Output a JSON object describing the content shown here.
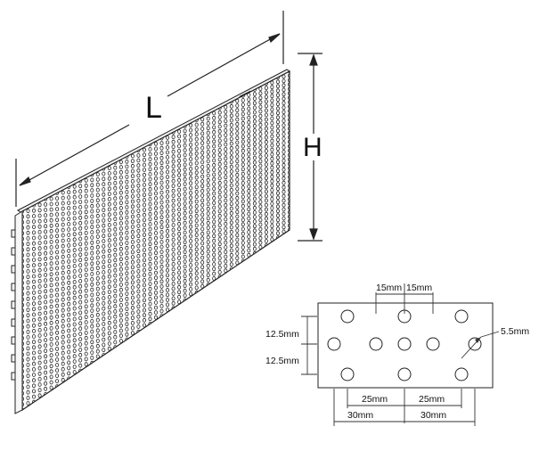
{
  "panel": {
    "length_label": "L",
    "height_label": "H"
  },
  "detail": {
    "spacing_h_1": "15mm",
    "spacing_h_2": "15mm",
    "spacing_v_1": "12.5mm",
    "spacing_v_2": "12.5mm",
    "hole_diameter": "5.5mm",
    "pitch_1": "25mm",
    "pitch_2": "25mm",
    "pitch_3": "30mm",
    "pitch_4": "30mm"
  },
  "colors": {
    "line": "#111111",
    "dim": "#444444"
  }
}
